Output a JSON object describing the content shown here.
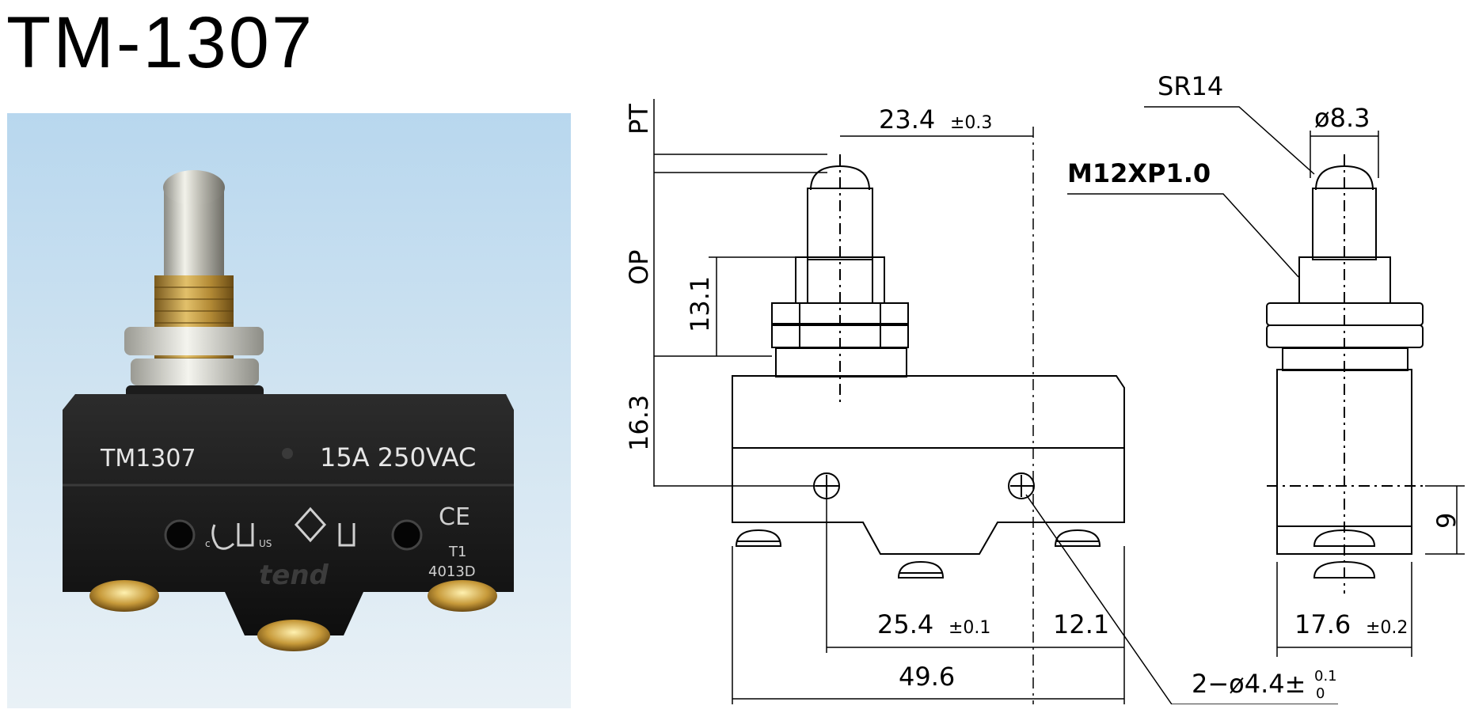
{
  "title": "TM-1307",
  "product_photo": {
    "model_label": "TM1307",
    "rating_label": "15A 250VAC",
    "ce_mark": "CE",
    "cert_marks": [
      "c",
      "US"
    ],
    "code_line1": "T1",
    "code_line2": "4013D",
    "brand": "tend"
  },
  "drawing": {
    "dimensions": {
      "pt": "PT",
      "op": "OP",
      "plunger_offset": "23.4",
      "plunger_offset_tol": "±0.3",
      "bushing_height": "13.1",
      "body_height": "16.3",
      "hole_spacing": "25.4",
      "hole_spacing_tol": "±0.1",
      "edge_distance": "12.1",
      "overall_length": "49.6",
      "holes": "2−ø4.4±",
      "holes_tol_upper": "0.1",
      "holes_tol_lower": "0",
      "sphere_radius": "SR14",
      "plunger_diameter": "ø8.3",
      "thread": "M12XP1.0",
      "side_hole_height": "9",
      "width": "17.6",
      "width_tol": "±0.2"
    }
  }
}
